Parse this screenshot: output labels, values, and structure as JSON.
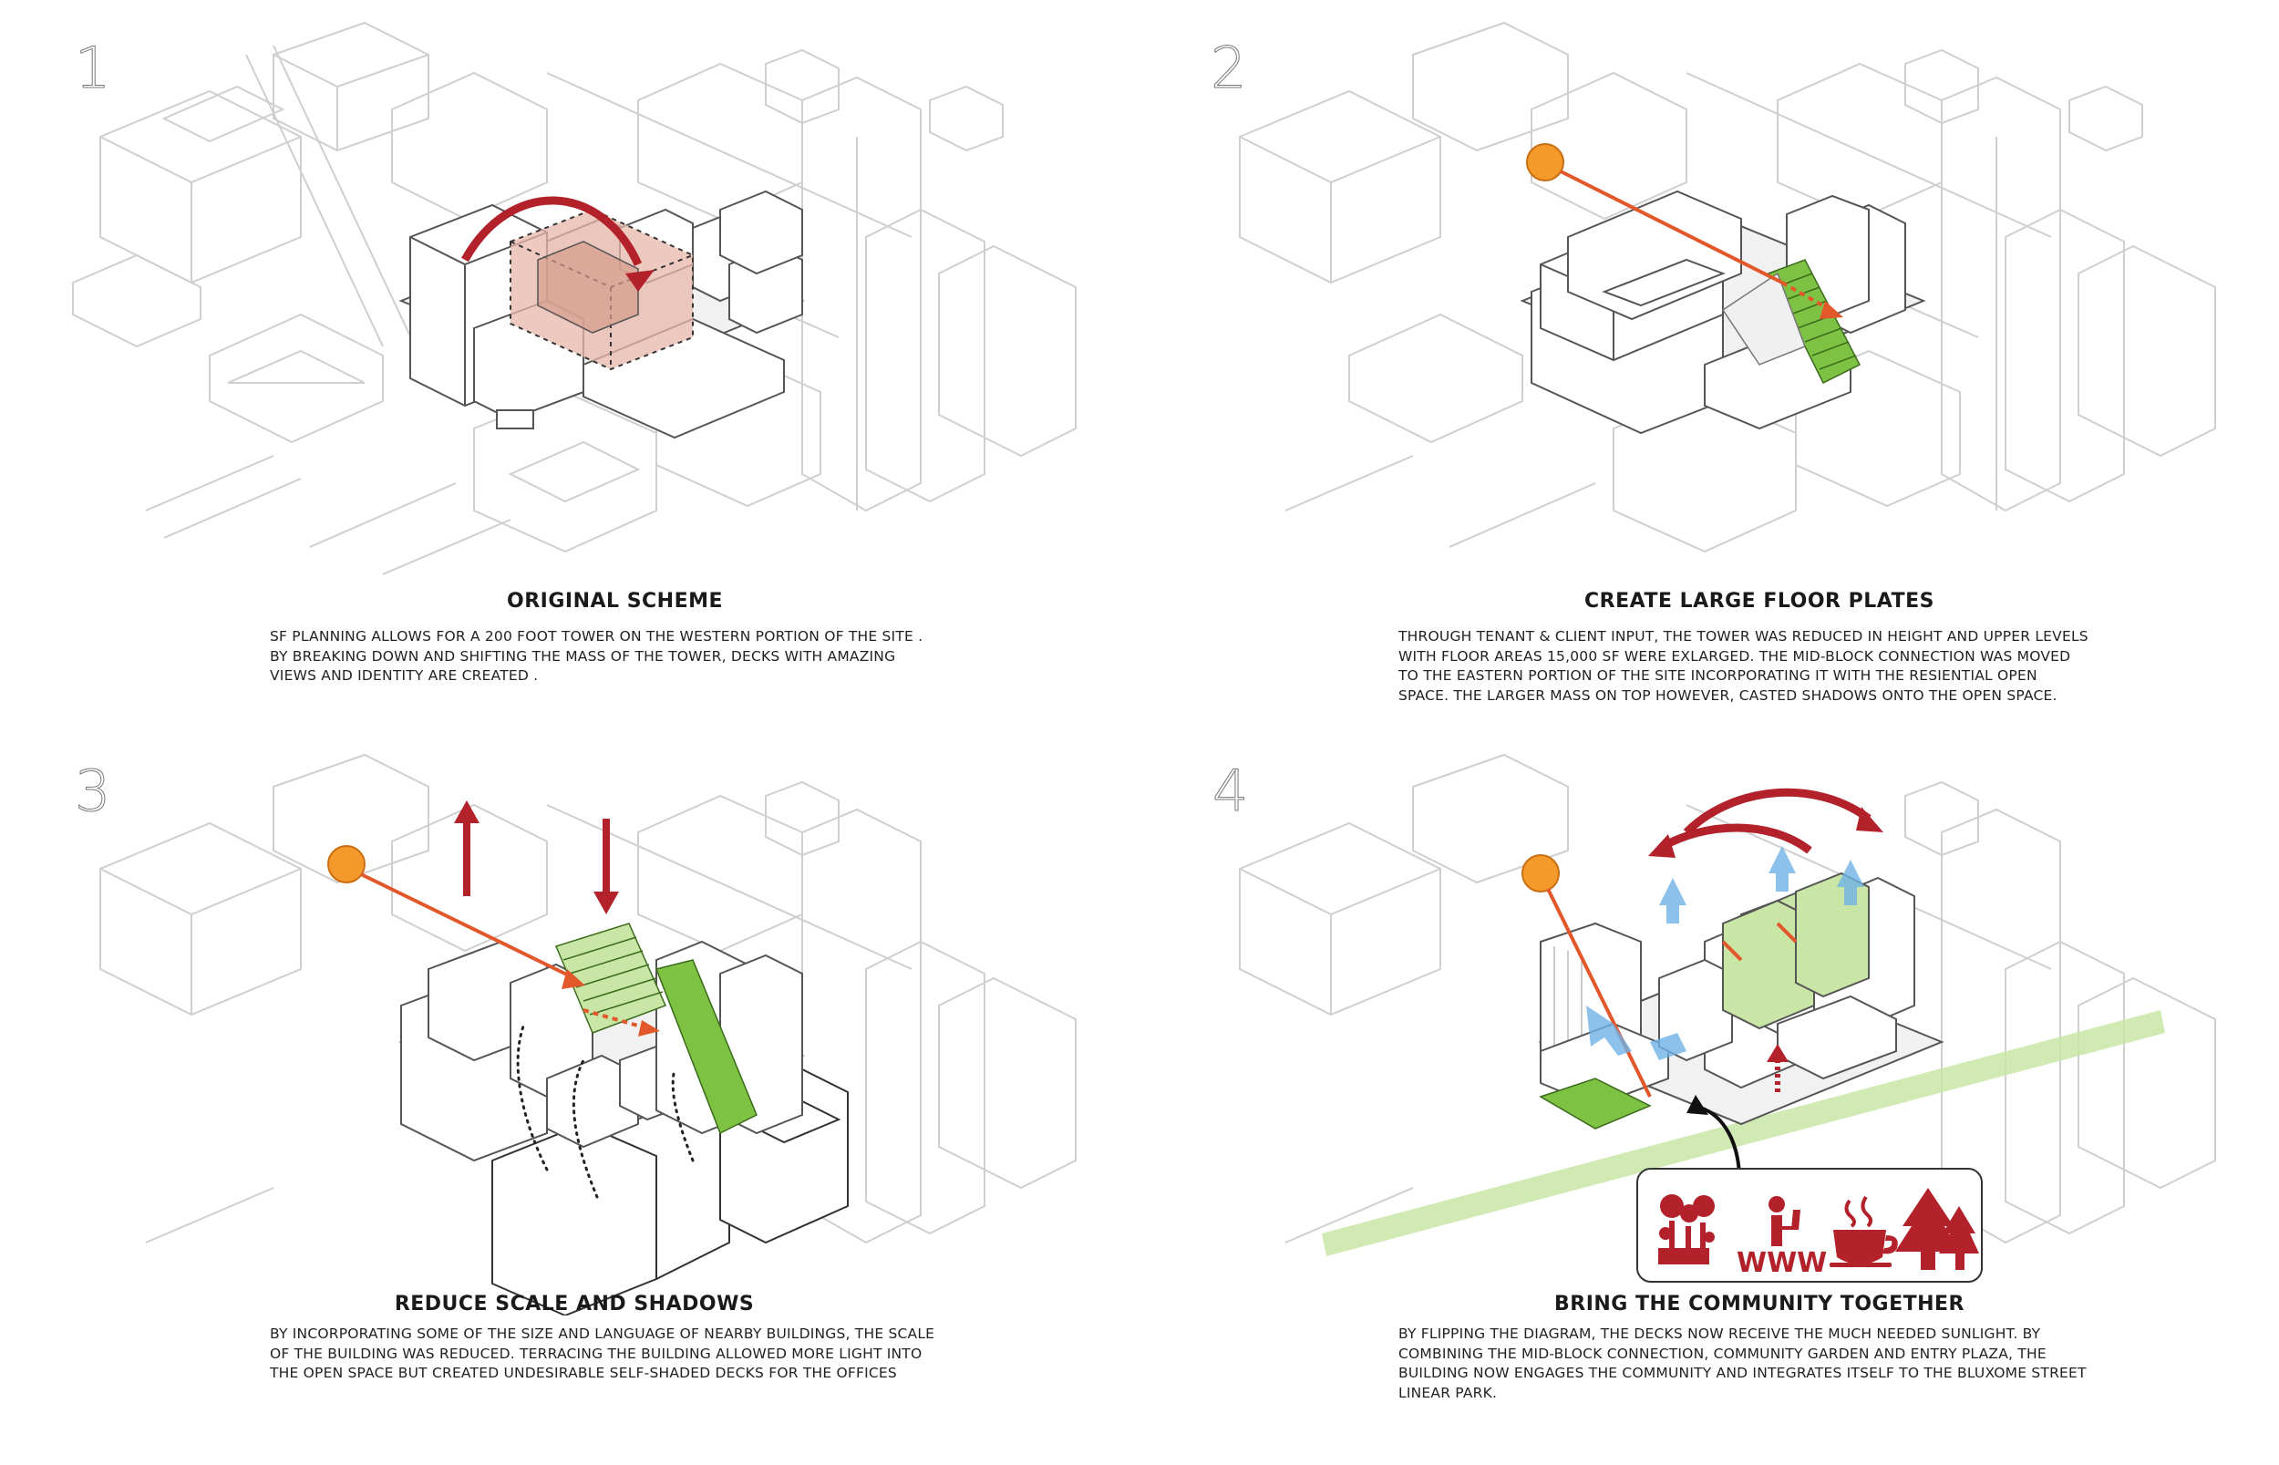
{
  "panels": [
    {
      "number": "1",
      "title": "ORIGINAL SCHEME",
      "body": "SF PLANNING ALLOWS FOR A 200 FOOT TOWER ON THE WESTERN PORTION OF THE SITE . BY BREAKING DOWN AND SHIFTING THE MASS OF THE TOWER, DECKS WITH AMAZING VIEWS AND IDENTITY ARE CREATED ."
    },
    {
      "number": "2",
      "title": "CREATE LARGE FLOOR PLATES",
      "body": "THROUGH TENANT & CLIENT INPUT, THE TOWER WAS REDUCED IN HEIGHT AND UPPER LEVELS WITH FLOOR AREAS 15,000 SF WERE EXLARGED. THE MID-BLOCK CONNECTION WAS MOVED TO THE EASTERN PORTION OF THE SITE INCORPORATING IT WITH THE RESIENTIAL OPEN SPACE. THE LARGER MASS ON TOP HOWEVER, CASTED SHADOWS ONTO THE OPEN SPACE."
    },
    {
      "number": "3",
      "title": "REDUCE SCALE AND SHADOWS",
      "body": "BY INCORPORATING SOME OF THE SIZE AND LANGUAGE OF NEARBY BUILDINGS, THE SCALE OF THE BUILDING WAS REDUCED. TERRACING THE BUILDING ALLOWED MORE LIGHT INTO THE OPEN SPACE BUT CREATED UNDESIRABLE SELF-SHADED DECKS FOR THE OFFICES"
    },
    {
      "number": "4",
      "title": "BRING THE COMMUNITY TOGETHER",
      "body": "BY FLIPPING THE DIAGRAM, THE DECKS NOW RECEIVE THE MUCH NEEDED SUNLIGHT. BY COMBINING THE MID-BLOCK CONNECTION, COMMUNITY GARDEN AND ENTRY PLAZA, THE BUILDING NOW ENGAGES THE COMMUNITY AND INTEGRATES ITSELF TO THE BLUXOME STREET LINEAR PARK.",
      "amenity_icons": [
        "garden-flowers-icon",
        "seated-person-laptop-icon",
        "coffee-cup-icon",
        "trees-icon"
      ],
      "amenity_text": "WWW"
    }
  ],
  "colors": {
    "context_line": "#cfcfcf",
    "massing_stroke": "#555555",
    "arrow_red": "#b3212b",
    "sun_orange": "#f39a2b",
    "ray_orange": "#e2582b",
    "green": "#7dc242",
    "light_green": "#c9e6a6",
    "pink": "#e8b7a9",
    "wind_blue": "#6fb2e6"
  }
}
